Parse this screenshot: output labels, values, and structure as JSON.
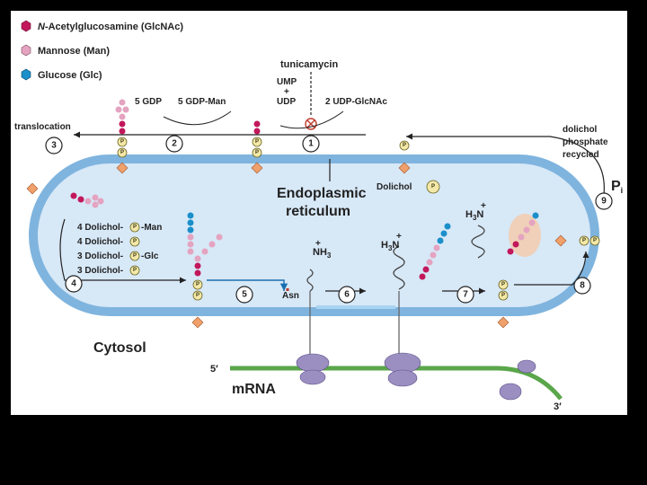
{
  "legend": {
    "glcnac_prefix": "N",
    "glcnac": "-Acetylglucosamine (GlcNAc)",
    "mannose": "Mannose (Man)",
    "glucose": "Glucose (Glc)",
    "colors": {
      "glcnac": "#c2185b",
      "mannose": "#e4a3c0",
      "glucose": "#1a8fc9"
    }
  },
  "top": {
    "tunicamycin": "tunicamycin",
    "ump": "UMP",
    "plus": "+",
    "udp": "UDP",
    "udp_glcnac": "2 UDP-GlcNAc",
    "gdp": "5 GDP",
    "gdp_man": "5 GDP-Man",
    "translocation": "translocation",
    "recycled_1": "dolichol",
    "recycled_2": "phosphate",
    "recycled_3": "recycled"
  },
  "er": {
    "label_1": "Endoplasmic",
    "label_2": "reticulum",
    "dolichol": "Dolichol",
    "p": "P"
  },
  "lumen": {
    "line1_a": "4 Dolichol",
    "line1_b": "Man",
    "line2": "4 Dolichol",
    "line3_a": "3 Dolichol",
    "line3_b": "Glc",
    "line4": "3 Dolichol",
    "asn": "Asn",
    "nh3": "NH",
    "nh3_sub": "3",
    "h3n": "H",
    "h3n_sub": "3",
    "h3n_n": "N",
    "plus": "+",
    "pi": "P",
    "pi_sub": "i"
  },
  "steps": [
    "1",
    "2",
    "3",
    "4",
    "5",
    "6",
    "7",
    "8",
    "9"
  ],
  "cytosol": {
    "label": "Cytosol",
    "mrna": "mRNA",
    "five": "5′",
    "three": "3′"
  }
}
